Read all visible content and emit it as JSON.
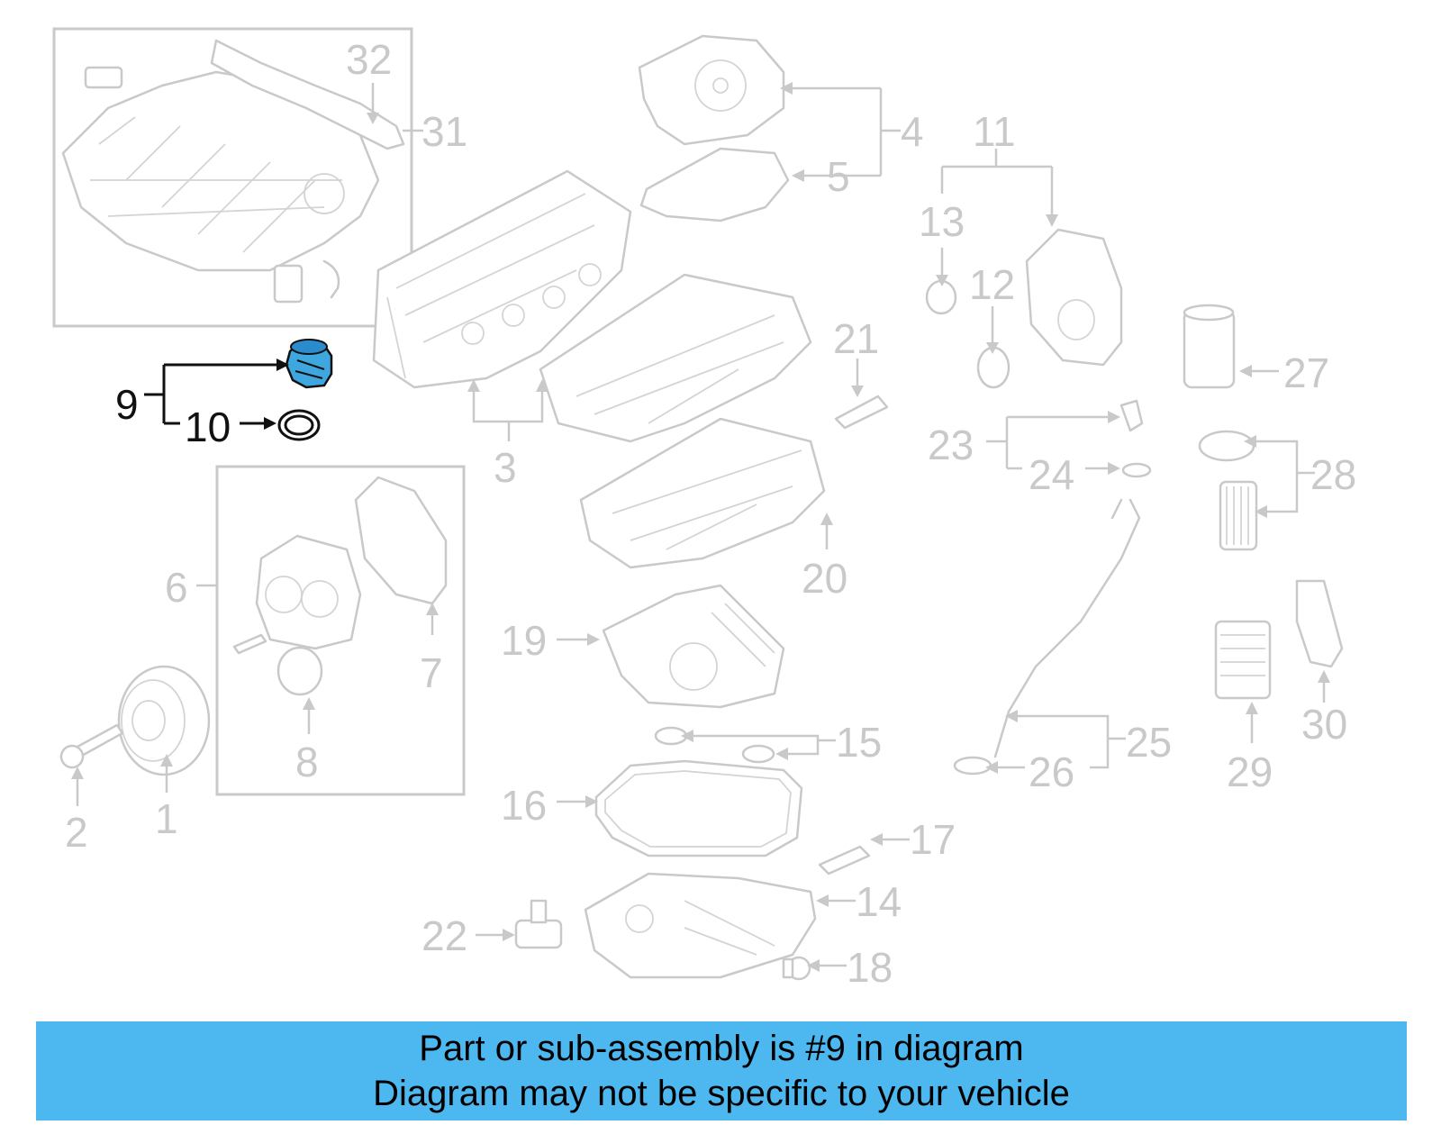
{
  "diagram": {
    "highlight_color": "#4cb8ef",
    "highlighted_callout": "9",
    "callouts": {
      "c1": "1",
      "c2": "2",
      "c3": "3",
      "c4": "4",
      "c5": "5",
      "c6": "6",
      "c7": "7",
      "c8": "8",
      "c9": "9",
      "c10": "10",
      "c11": "11",
      "c12": "12",
      "c13": "13",
      "c14": "14",
      "c15": "15",
      "c16": "16",
      "c17": "17",
      "c18": "18",
      "c19": "19",
      "c20": "20",
      "c21": "21",
      "c22": "22",
      "c23": "23",
      "c24": "24",
      "c25": "25",
      "c26": "26",
      "c27": "27",
      "c28": "28",
      "c29": "29",
      "c30": "30",
      "c31": "31",
      "c32": "32"
    }
  },
  "banner": {
    "line1": "Part or sub-assembly is #9 in diagram",
    "line2": "Diagram may not be specific to your vehicle"
  }
}
